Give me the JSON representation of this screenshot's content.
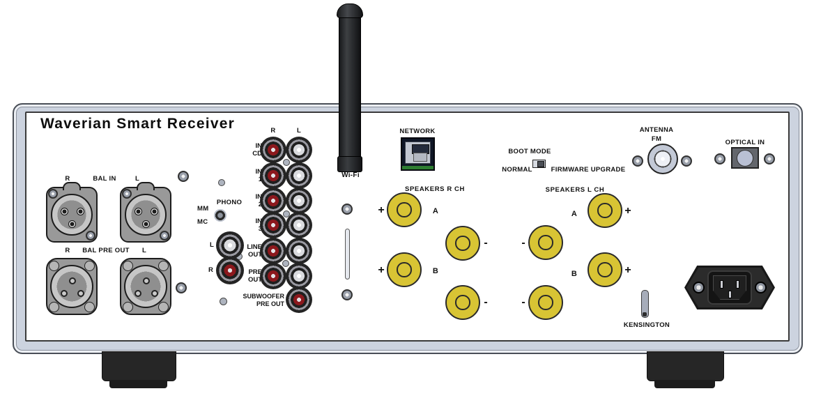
{
  "title": "Waverian Smart Receiver",
  "balanced_in": {
    "left": "R",
    "center": "BAL IN",
    "right": "L"
  },
  "balanced_out": {
    "left": "R",
    "center": "BAL PRE OUT",
    "right": "L"
  },
  "phono": {
    "header": "PHONO",
    "mm": "MM",
    "mc": "MC",
    "left": "L",
    "right": "R"
  },
  "rca": {
    "col_right": "R",
    "col_left": "L",
    "rows": [
      {
        "l1": "IN",
        "l2": "CD"
      },
      {
        "l1": "IN",
        "l2": "1"
      },
      {
        "l1": "IN",
        "l2": "2"
      },
      {
        "l1": "IN",
        "l2": "3"
      },
      {
        "l1": "LINE",
        "l2": "OUT"
      },
      {
        "l1": "PRE",
        "l2": "OUT"
      }
    ],
    "subwoofer": {
      "l1": "SUBWOOFER",
      "l2": "PRE OUT"
    }
  },
  "wifi": {
    "label": "Wi-Fi"
  },
  "network": {
    "label": "NETWORK"
  },
  "boot": {
    "header": "BOOT MODE",
    "left": "NORMAL",
    "right": "FIRMWARE UPGRADE"
  },
  "speakers_r": {
    "header": "SPEAKERS R CH",
    "a": "A",
    "b": "B",
    "plus": "+",
    "minus": "-"
  },
  "speakers_l": {
    "header": "SPEAKERS L CH",
    "a": "A",
    "b": "B",
    "plus": "+",
    "minus": "-"
  },
  "fm": {
    "l1": "ANTENNA",
    "l2": "FM"
  },
  "optical": {
    "label": "OPTICAL IN"
  },
  "kensington": {
    "label": "KENSINGTON"
  },
  "colors": {
    "chassis_frame": "#ccd3df",
    "panel": "#ffffff",
    "binding_post": "#d8c434",
    "rca_red": "#8c181d",
    "pcb_green": "#2e7d32"
  }
}
